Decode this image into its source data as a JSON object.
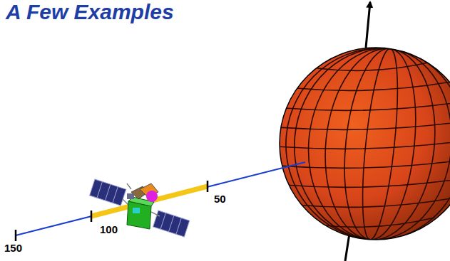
{
  "diagram": {
    "title": "A Few Examples",
    "labels": [
      "150",
      "100",
      "50"
    ]
  }
}
